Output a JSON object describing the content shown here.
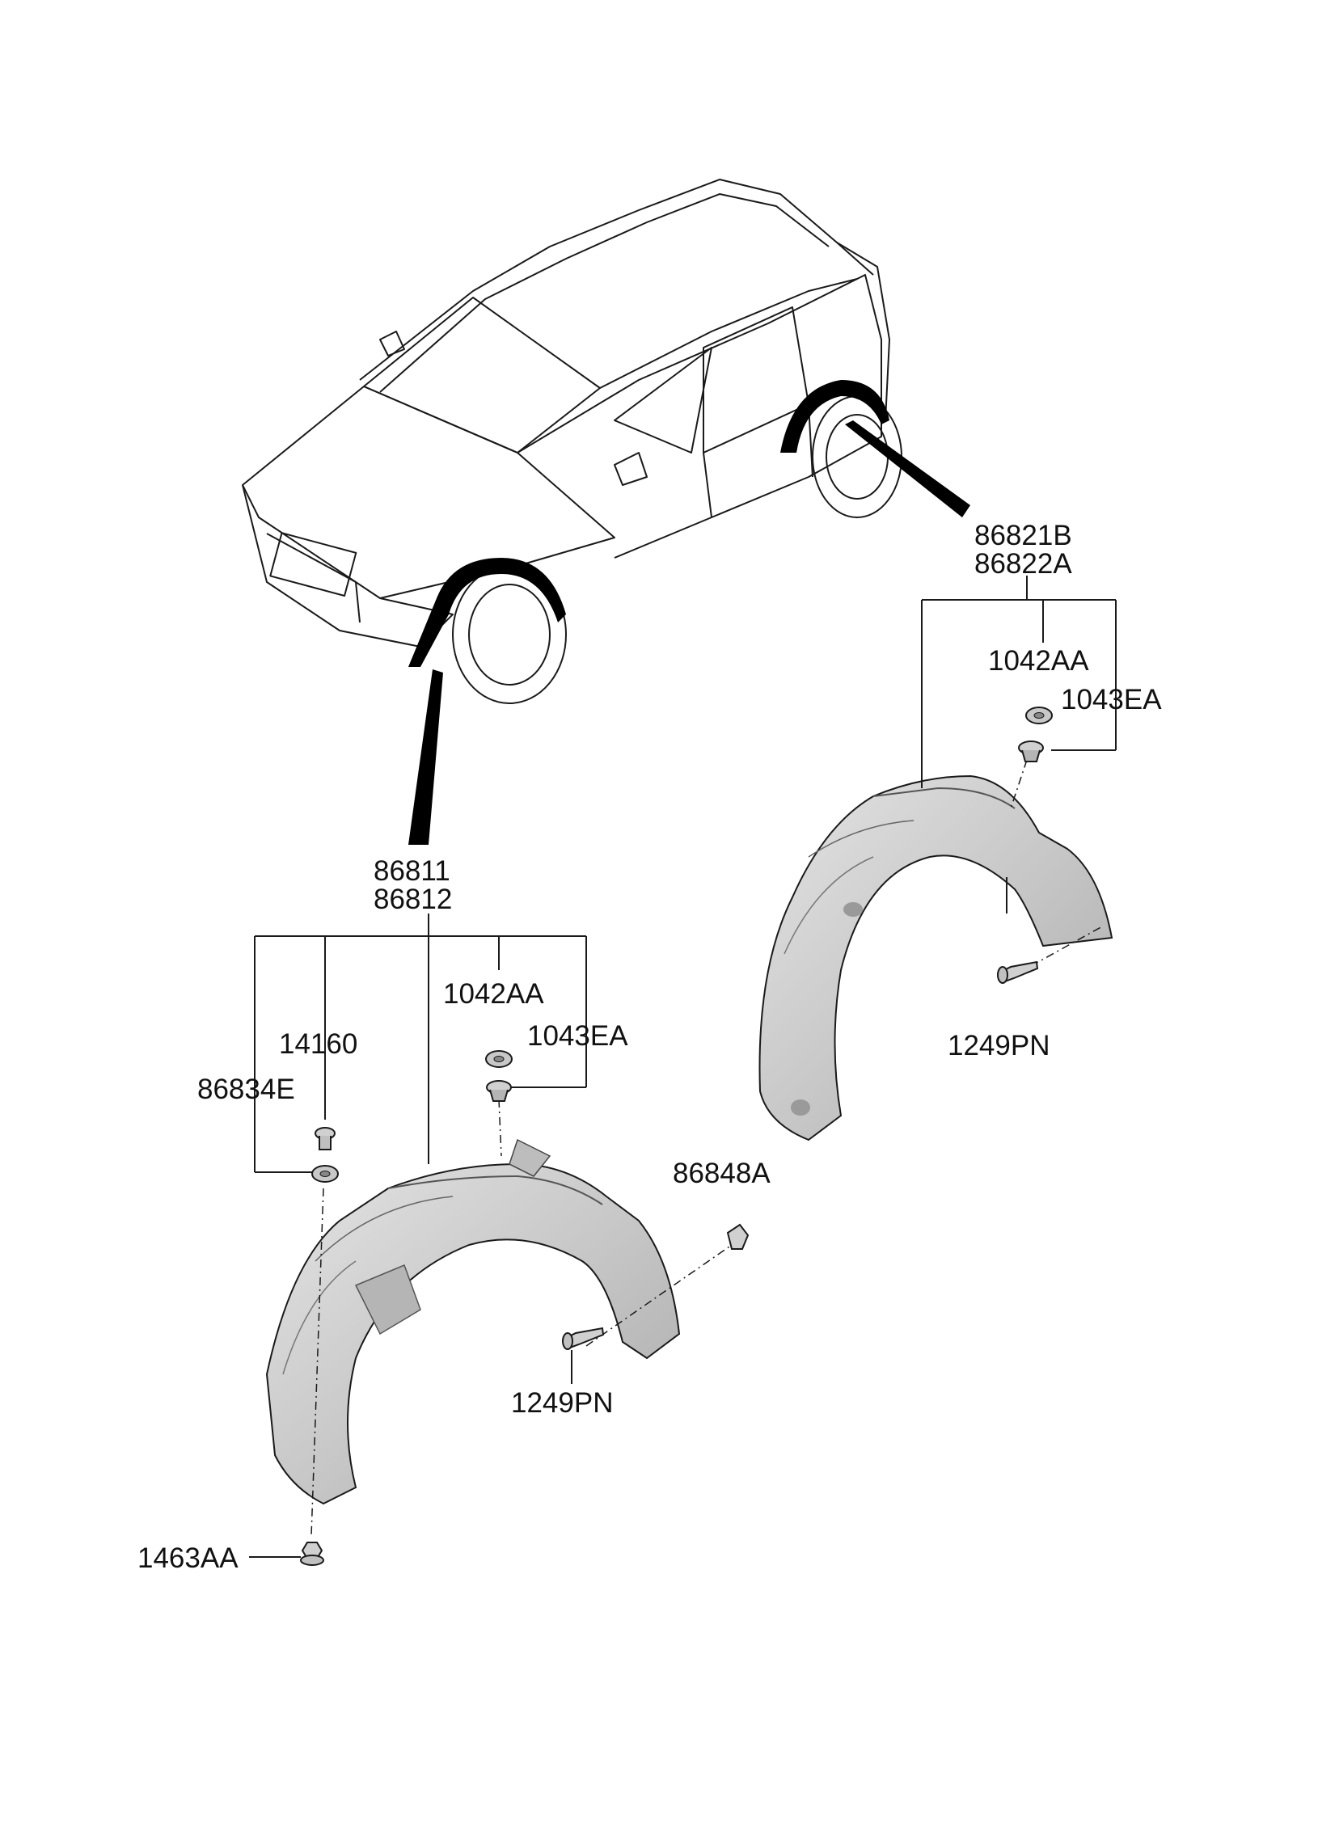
{
  "labels": {
    "rear_part_a": "86821B",
    "rear_part_b": "86822A",
    "rear_washer": "1042AA",
    "rear_nut": "1043EA",
    "rear_screw": "1249PN",
    "front_part_a": "86811",
    "front_part_b": "86812",
    "front_washer": "1042AA",
    "front_nut": "1043EA",
    "front_clip": "14160",
    "front_grommet": "86834E",
    "front_fastener": "86848A",
    "front_screw": "1249PN",
    "front_bolt": "1463AA"
  },
  "colors": {
    "line": "#1a1a1a",
    "part_fill": "#cfcfcf",
    "part_shade": "#a8a8a8",
    "callout_band": "#000000"
  },
  "icons": [
    "vehicle-outline-icon",
    "front-wheel-guard-icon",
    "rear-wheel-guard-icon",
    "washer-icon",
    "nut-icon",
    "screw-icon",
    "clip-icon"
  ]
}
